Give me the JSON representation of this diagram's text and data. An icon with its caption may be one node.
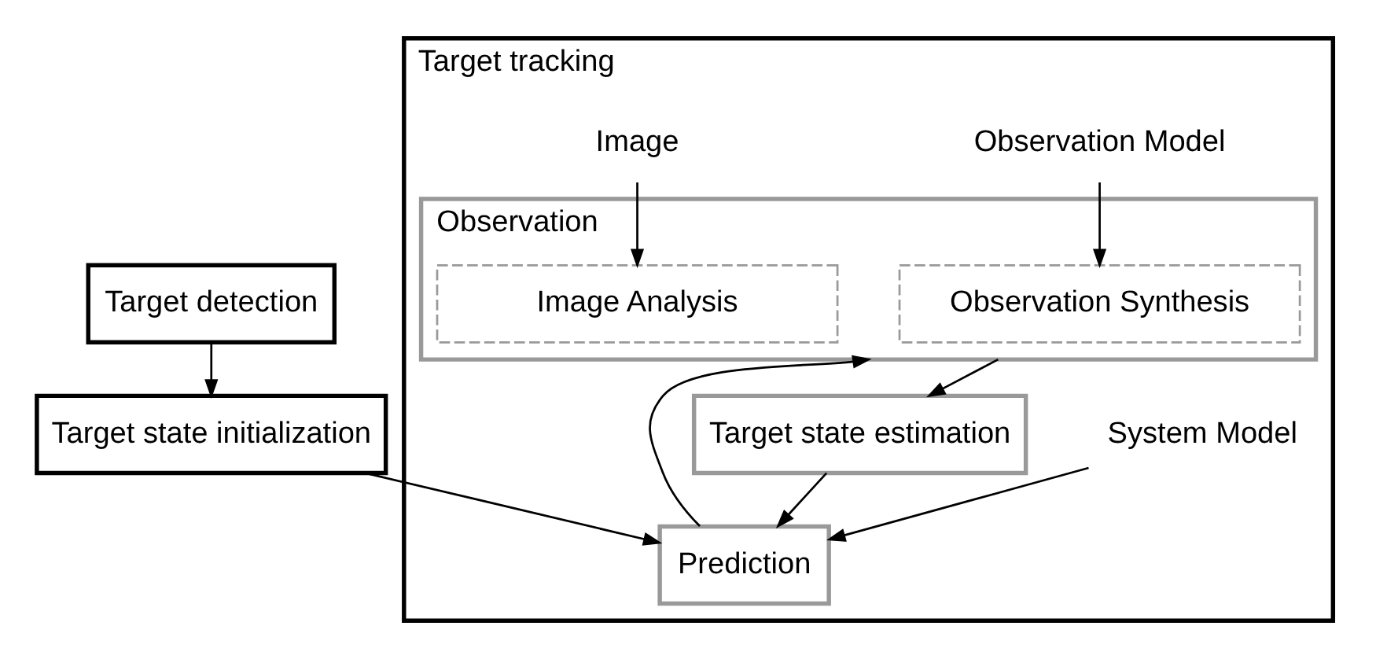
{
  "diagram": {
    "nodes": [
      {
        "text": [
          "Target detection"
        ]
      },
      {
        "text": [
          "Target state initialization"
        ]
      },
      {
        "text": [
          "Target tracking"
        ]
      },
      {
        "text": [
          "System Model"
        ],
        "in": 2
      },
      {
        "text": [
          "Prediction"
        ],
        "in": 2
      },
      {
        "text": [
          "Observation Model"
        ],
        "in": 2
      },
      {
        "text": [
          "Observation"
        ],
        "in": 2
      },
      {
        "text": [
          "Observation Synthesis"
        ],
        "in": 6
      },
      {
        "text": [
          "Image Analysis"
        ],
        "in": 6
      },
      {
        "text": [
          "Target state estimation"
        ],
        "in": 2
      },
      {
        "text": [
          "Image"
        ],
        "in": 2
      }
    ],
    "edges": [
      {
        "from": 0,
        "to": 1,
        "arrow": "to"
      },
      {
        "from": 1,
        "to": 4,
        "arrow": "to"
      },
      {
        "from": 3,
        "to": 4,
        "arrow": "to"
      },
      {
        "from": 4,
        "to": 6,
        "arrow": "to"
      },
      {
        "from": 5,
        "to": 7,
        "arrow": "to"
      },
      {
        "from": 6,
        "to": 9,
        "arrow": "to"
      },
      {
        "from": 9,
        "to": 4,
        "arrow": "to"
      },
      {
        "from": 10,
        "to": 8,
        "arrow": "to"
      }
    ]
  }
}
